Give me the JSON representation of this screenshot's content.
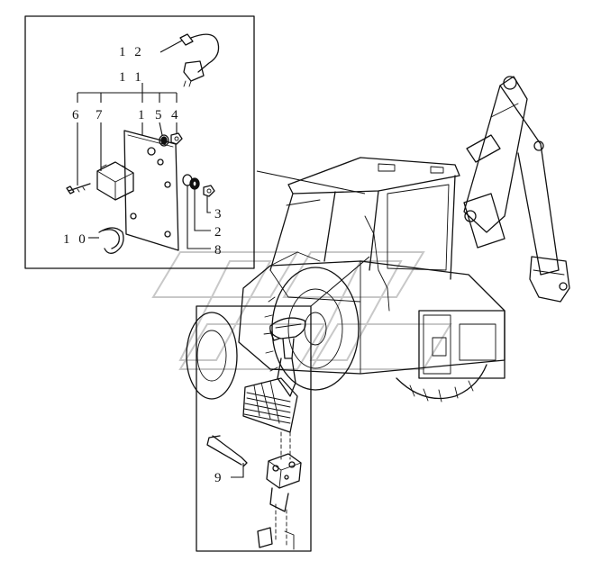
{
  "callouts": {
    "c1": "1",
    "c2": "2",
    "c3": "3",
    "c4": "4",
    "c5": "5",
    "c6": "6",
    "c7": "7",
    "c8": "8",
    "c9": "9",
    "c10": "1 0",
    "c11": "1 1",
    "c12": "1 2"
  },
  "colors": {
    "line": "#111111",
    "background": "#ffffff",
    "watermark": "#c8c8c8"
  }
}
